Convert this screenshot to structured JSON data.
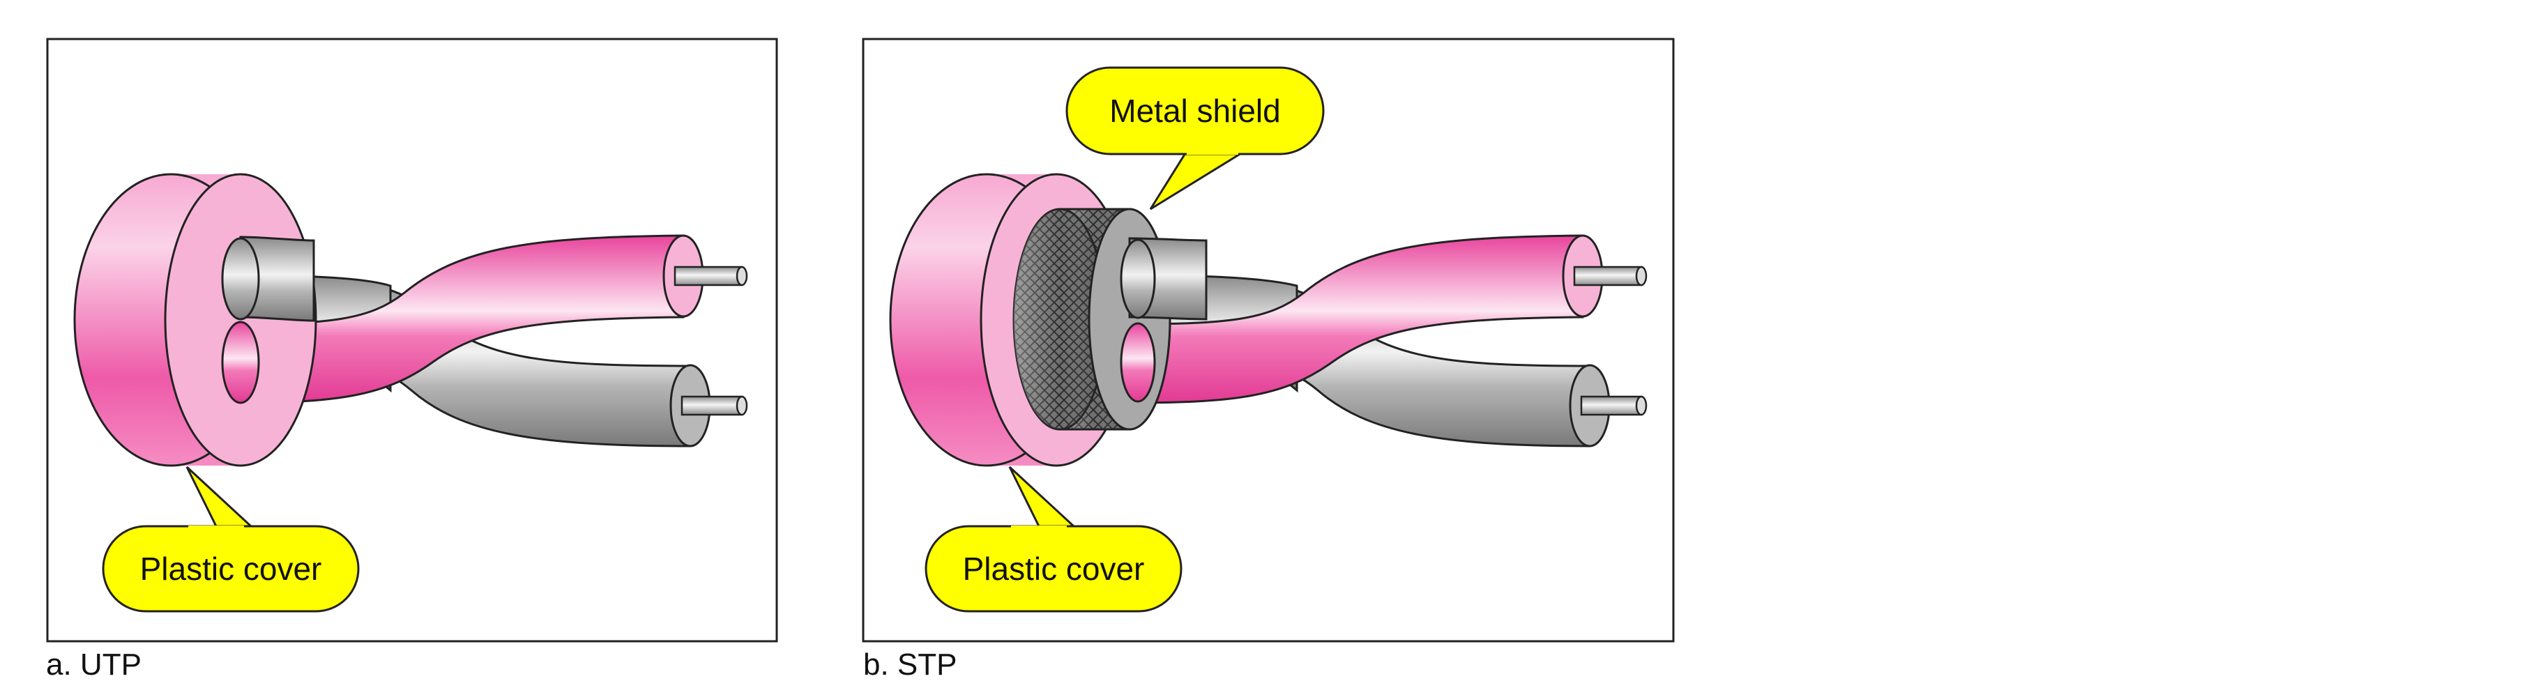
{
  "panels": {
    "utp": {
      "caption": "a. UTP",
      "callouts": {
        "plastic_cover": "Plastic cover"
      }
    },
    "stp": {
      "caption": "b. STP",
      "callouts": {
        "metal_shield": "Metal shield",
        "plastic_cover": "Plastic cover"
      }
    }
  },
  "colors": {
    "jacket_pink": "#f067b0",
    "jacket_face": "#f7b3d6",
    "wire_pink": "#f25fb0",
    "wire_gray": "#9a9a9a",
    "callout_yellow": "#ffff00",
    "frame": "#222222"
  }
}
